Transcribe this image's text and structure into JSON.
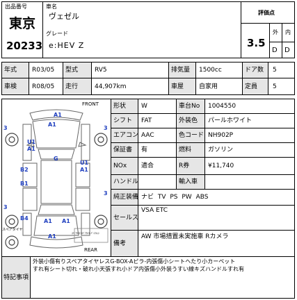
{
  "header": {
    "location_label": "出品番号",
    "location": "東京",
    "lot_number": "20233",
    "model_label": "車名",
    "model": "ヴェゼル",
    "grade_label": "グレード",
    "grade": "e:HEV Z",
    "score_label": "評価点",
    "score": "3.5",
    "exterior_label": "外",
    "interior_label": "内",
    "exterior_grade": "D",
    "interior_grade": "D"
  },
  "specs": {
    "year_label": "年式",
    "year": "R03/05",
    "type_label": "型式",
    "type": "RV5",
    "displacement_label": "排気量",
    "displacement": "1500cc",
    "doors_label": "ドア数",
    "doors": "5",
    "inspection_label": "車検",
    "inspection": "R08/05",
    "mileage_label": "走行",
    "mileage": "44,907km",
    "usage_label": "車屋",
    "usage": "自家用",
    "capacity_label": "定員",
    "capacity": "5"
  },
  "details": {
    "shape_label": "形状",
    "shape": "W",
    "chassis_label": "車台No",
    "chassis": "1004550",
    "shift_label": "シフト",
    "shift": "FAT",
    "color_label": "外装色",
    "color": "パールホワイト",
    "ac_label": "エアコン",
    "ac": "AAC",
    "color_code_label": "色コード",
    "color_code": "NH902P",
    "warranty_label": "保証書",
    "warranty": "有",
    "fuel_label": "燃料",
    "fuel": "ガソリン",
    "nox_label": "NOx",
    "nox": "適合",
    "tax_label": "R券",
    "tax": "¥11,740",
    "handle_label": "ハンドル",
    "handle": "",
    "import_label": "輸入車",
    "import": "",
    "equipment_label": "純正装備",
    "equipment": "ナビ TV PS PW ABS",
    "sales_label": "セールス",
    "sales": "VSA ETC",
    "notes_label": "備考",
    "notes": "AW 市場措置未実施車 Rカメラ"
  },
  "diagram": {
    "front_label": "FRONT",
    "rear_label": "REAR",
    "spare_label": "スペアタイヤ",
    "legend": "ｽﾍﾟｱﾀｲﾔ ｽﾍﾟｱﾀｲﾔ ﾊﾟﾝｸｷｯﾄ",
    "marks": {
      "a1_front_top": "A1",
      "a1_front": "A1",
      "num_3_top_left": "3",
      "num_3_top_right": "3",
      "u1_left": "U1",
      "a1_left_front": "A1",
      "g_roof": "G",
      "b2_left": "B2",
      "b1_left": "B1",
      "u1_right": "U1",
      "a1_right": "A1",
      "num_3_mid_left": "3",
      "num_3_mid_right": "3",
      "b4_left": "B4",
      "a1_rear_left": "A1",
      "a1_rear_right": "A1",
      "a1_rear": "A1"
    }
  },
  "remarks": {
    "label": "特記事項",
    "line1": "外装小傷有りスペアタイヤレスG-BOX-Aピラ-内張傷小シートヘたり小カーペット",
    "line2": "すれ有シート切れ・破れ小天張すれ小ドア内張傷小外装うすい線キズハンドルすれ有"
  },
  "colors": {
    "label_bg": "#e6e6e6",
    "damage_blue": "#1f3fbf"
  }
}
